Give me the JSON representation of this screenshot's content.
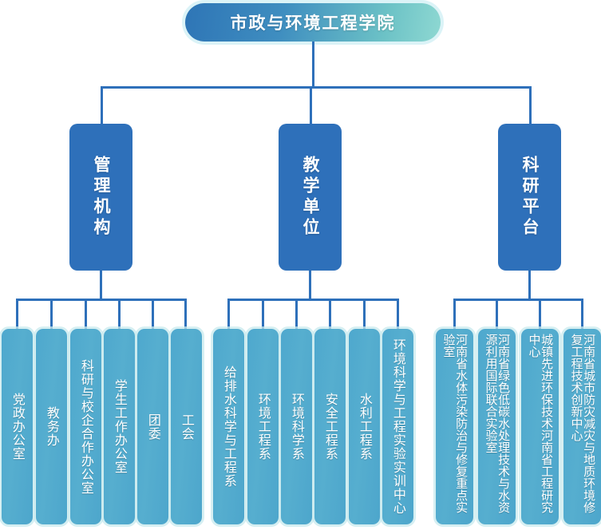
{
  "chart_title": "市政与环境工程学院",
  "colors": {
    "root_gradient_start": "#2e75b6",
    "root_gradient_end": "#8ed8d2",
    "level2_fill": "#2e70ba",
    "leaf_fill": "#4ea8ce",
    "connector": "#2e70ba",
    "text": "#ffffff"
  },
  "root": {
    "label": "市政与环境工程学院"
  },
  "branches": [
    {
      "id": "management",
      "label": "管理机构",
      "children": [
        {
          "label": "党政办公室"
        },
        {
          "label": "教务办"
        },
        {
          "label": "科研与校企合作办公室"
        },
        {
          "label": "学生工作办公室"
        },
        {
          "label": "团委"
        },
        {
          "label": "工会"
        }
      ]
    },
    {
      "id": "teaching",
      "label": "教学单位",
      "children": [
        {
          "label": "给排水科学与工程系"
        },
        {
          "label": "环境工程系"
        },
        {
          "label": "环境科学系"
        },
        {
          "label": "安全工程系"
        },
        {
          "label": "水利工程系"
        },
        {
          "label": "环境科学与工程实验实训中心"
        }
      ]
    },
    {
      "id": "research",
      "label": "科研平台",
      "children": [
        {
          "label": "河南省水体污染防治与修复重点实验室"
        },
        {
          "label": "河南省绿色低碳水处理技术与水资源利用国际联合实验室"
        },
        {
          "label": "城镇先进环保技术河南省工程研究中心"
        },
        {
          "label": "河南省城市防灾减灾与地质环境修复工程技术创新中心"
        }
      ]
    }
  ]
}
